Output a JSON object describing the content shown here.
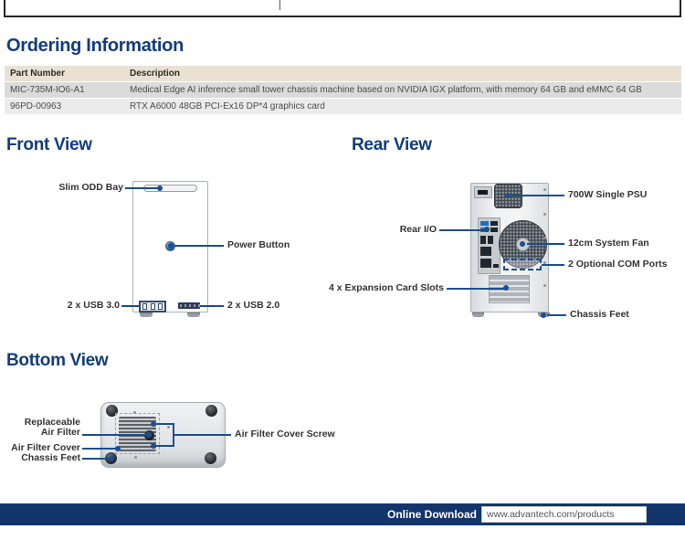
{
  "ordering": {
    "title": "Ordering Information",
    "table": {
      "col1": "Part Number",
      "col2": "Description",
      "rows": [
        {
          "part": "MIC-735M-IO6-A1",
          "desc": "Medical Edge AI inference small tower chassis machine based on NVIDIA IGX platform, with memory 64 GB and eMMC 64 GB"
        },
        {
          "part": "96PD-00963",
          "desc": "RTX A6000 48GB PCI-Ex16 DP*4 graphics card"
        }
      ]
    }
  },
  "front_view": {
    "title": "Front View",
    "labels": {
      "odd_bay": "Slim ODD Bay",
      "power_button": "Power Button",
      "usb3": "2 x USB 3.0",
      "usb2": "2 x USB 2.0"
    }
  },
  "rear_view": {
    "title": "Rear View",
    "labels": {
      "psu": "700W Single PSU",
      "rear_io": "Rear I/O",
      "system_fan": "12cm System Fan",
      "com_ports": "2 Optional COM Ports",
      "expansion_slots": "4 x Expansion Card Slots",
      "chassis_feet": "Chassis Feet"
    }
  },
  "bottom_view": {
    "title": "Bottom View",
    "labels": {
      "replaceable_line1": "Replaceable",
      "replaceable_line2": "Air Filter",
      "air_filter_cover": "Air Filter Cover",
      "chassis_feet": "Chassis Feet",
      "cover_screw": "Air Filter Cover Screw"
    }
  },
  "footer": {
    "download_label": "Online Download",
    "url": "www.advantech.com/products"
  },
  "colors": {
    "heading": "#133c7b",
    "callout_line": "#1d4e8d",
    "table_header_bg": "#ebe1d2",
    "table_row1_bg": "#dbdbdb",
    "table_row2_bg": "#ebebeb",
    "footer_bg": "#14356b"
  }
}
